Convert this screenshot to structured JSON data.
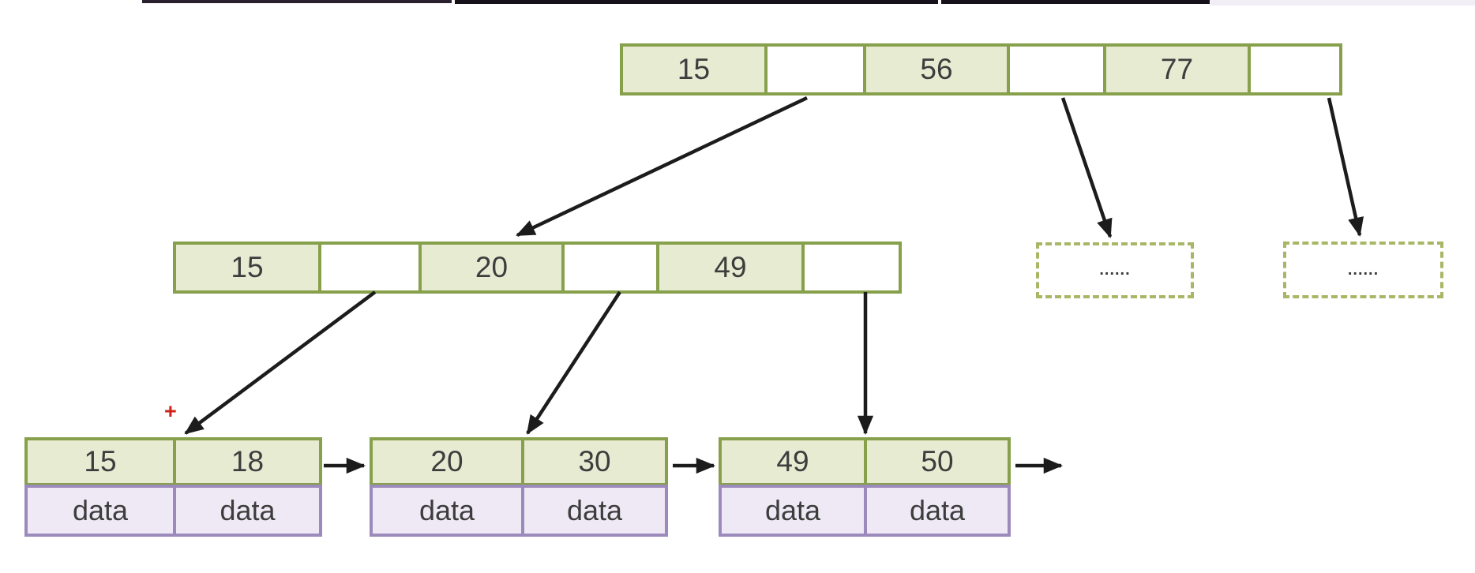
{
  "palette": {
    "node_border": "#87a04b",
    "key_fill": "#e7ebd2",
    "pointer_fill": "#ffffff",
    "data_border": "#9c8abc",
    "data_fill": "#eee9f4",
    "dashed_border": "#a7b766",
    "arrow": "#1c1c1c",
    "cursor": "#cf231b",
    "text": "#3d3d3d"
  },
  "tree": {
    "root_node": {
      "cells": [
        "15",
        "",
        "56",
        "",
        "77",
        ""
      ]
    },
    "internal_node": {
      "cells": [
        "15",
        "",
        "20",
        "",
        "49",
        ""
      ]
    },
    "overflow_nodes": [
      {
        "label": "......"
      },
      {
        "label": "......"
      }
    ],
    "leaf_nodes": [
      {
        "keys": [
          "15",
          "18"
        ],
        "data": [
          "data",
          "data"
        ]
      },
      {
        "keys": [
          "20",
          "30"
        ],
        "data": [
          "data",
          "data"
        ]
      },
      {
        "keys": [
          "49",
          "50"
        ],
        "data": [
          "data",
          "data"
        ]
      }
    ],
    "cursor_glyph": "+"
  }
}
